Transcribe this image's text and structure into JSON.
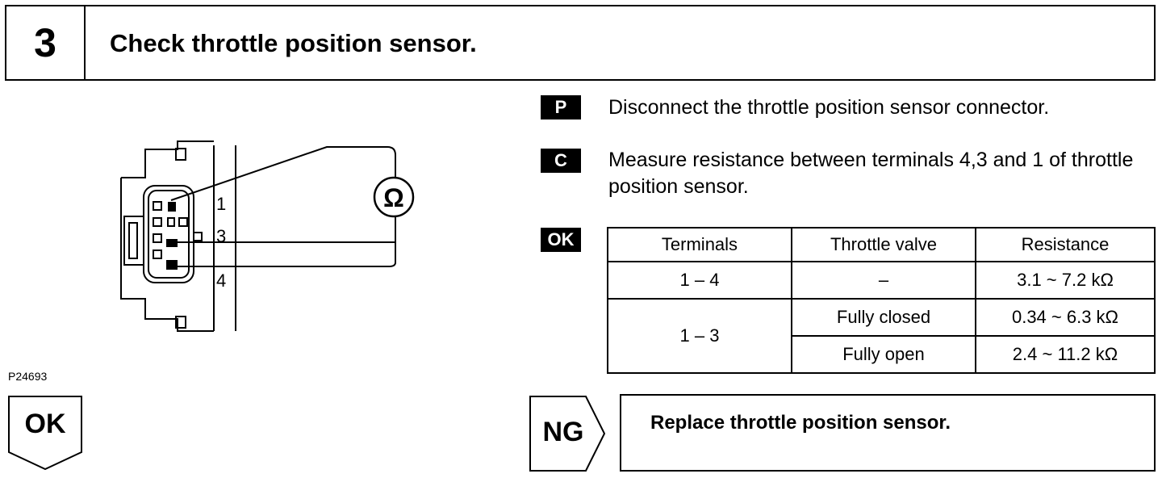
{
  "step": {
    "number": "3",
    "title": "Check throttle position sensor."
  },
  "figure": {
    "code": "P24693",
    "terminal_labels": [
      "1",
      "3",
      "4"
    ],
    "meter_symbol": "Ω"
  },
  "instructions": [
    {
      "tag": "P",
      "text": "Disconnect the throttle position sensor connector."
    },
    {
      "tag": "C",
      "text": "Measure resistance between terminals 4,3 and 1 of throttle position sensor."
    }
  ],
  "ok_tag": "OK",
  "table": {
    "headers": [
      "Terminals",
      "Throttle valve",
      "Resistance"
    ],
    "rows": [
      {
        "terminals": "1 – 4",
        "valve": "–",
        "resistance": "3.1 ~ 7.2 kΩ"
      },
      {
        "terminals": "1 – 3",
        "valve": "Fully closed",
        "resistance": "0.34 ~ 6.3 kΩ"
      },
      {
        "valve": "Fully open",
        "resistance": "2.4 ~ 11.2 kΩ"
      }
    ]
  },
  "ok_result": "OK",
  "ng_result": {
    "label": "NG",
    "action": "Replace throttle position sensor."
  }
}
